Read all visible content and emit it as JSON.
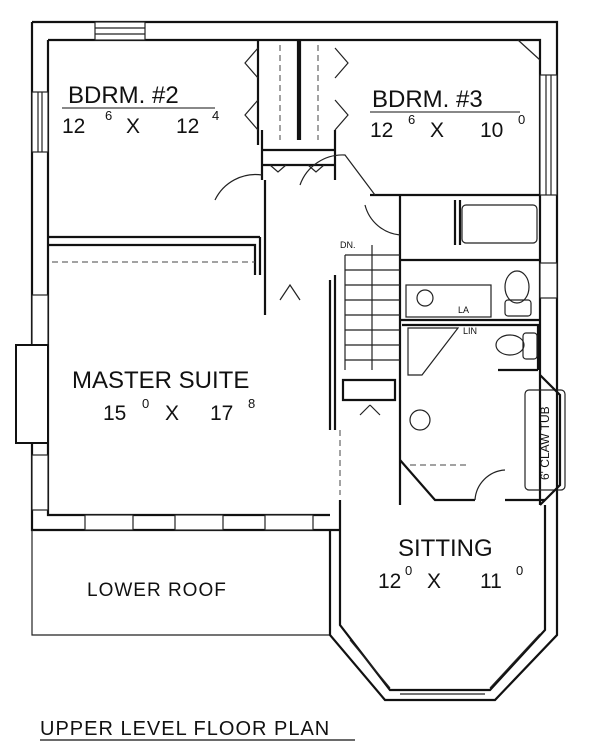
{
  "plan": {
    "title": "UPPER LEVEL FLOOR PLAN",
    "rooms": {
      "bdrm2": {
        "name": "BDRM. #2",
        "w_ft": "12",
        "w_in": "6",
        "sep": "X",
        "h_ft": "12",
        "h_in": "4"
      },
      "bdrm3": {
        "name": "BDRM. #3",
        "w_ft": "12",
        "w_in": "6",
        "sep": "X",
        "h_ft": "10",
        "h_in": "0"
      },
      "master": {
        "name": "MASTER SUITE",
        "w_ft": "15",
        "w_in": "0",
        "sep": "X",
        "h_ft": "17",
        "h_in": "8"
      },
      "sitting": {
        "name": "SITTING",
        "w_ft": "12",
        "w_in": "0",
        "sep": "X",
        "h_ft": "11",
        "h_in": "0"
      }
    },
    "labels": {
      "lower_roof": "LOWER ROOF",
      "stairs_down": "DN.",
      "laundry": "LA",
      "linen": "LIN",
      "claw_tub": "6' CLAW TUB"
    }
  }
}
